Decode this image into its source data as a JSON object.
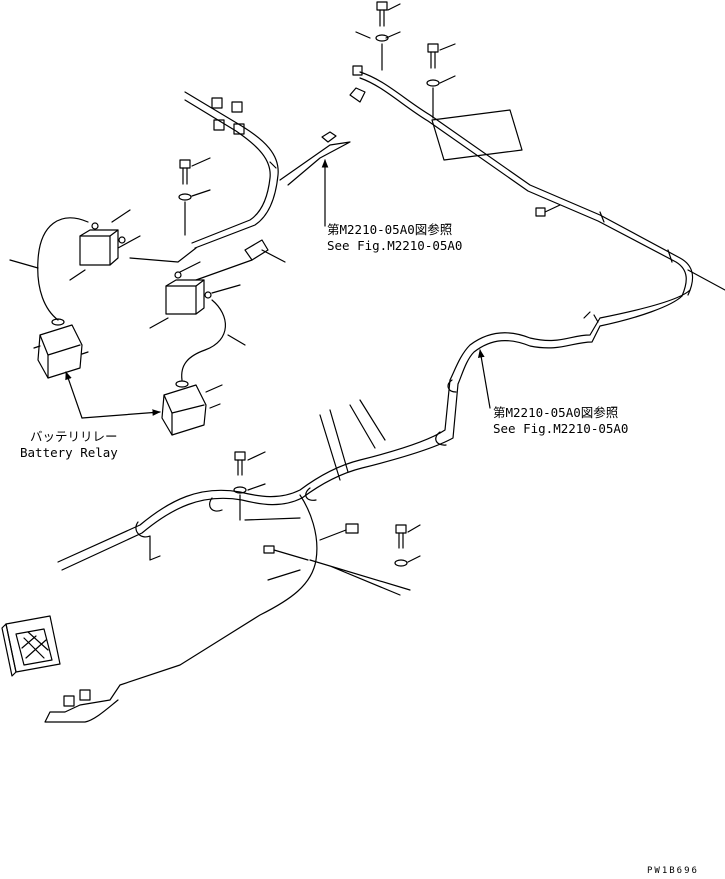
{
  "references": [
    {
      "jp": "第M2210-05A0図参照",
      "en": "See Fig.M2210-05A0"
    },
    {
      "jp": "第M2210-05A0図参照",
      "en": "See Fig.M2210-05A0"
    }
  ],
  "battery_relay": {
    "jp": "バッテリリレー",
    "en": "Battery Relay"
  },
  "drawing_code": "PW1B696"
}
